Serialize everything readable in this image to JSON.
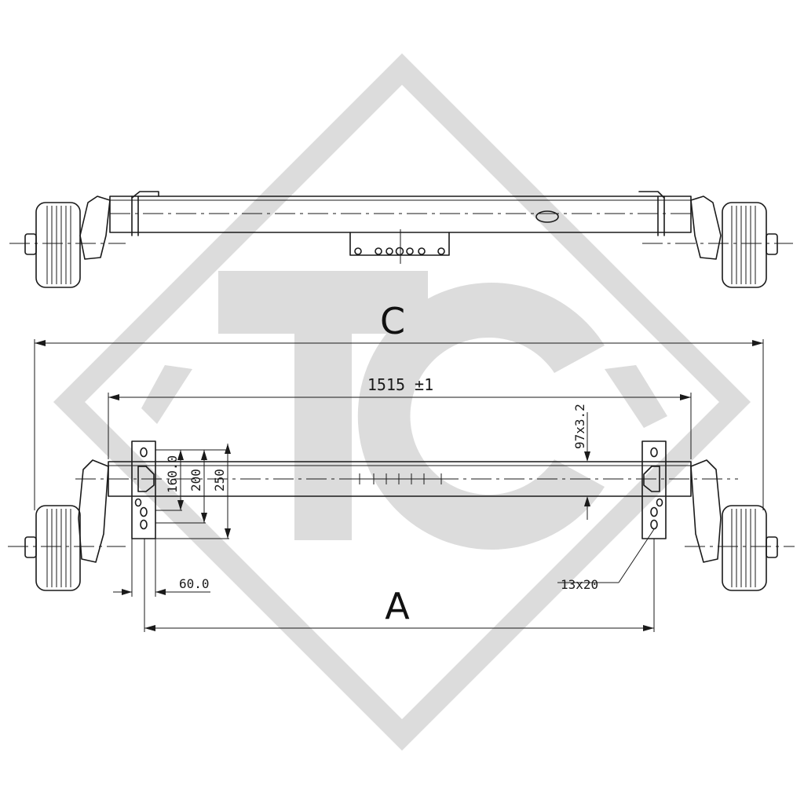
{
  "drawing": {
    "view_top_label": "C",
    "view_bottom_label": "A",
    "dimensions": {
      "overall_length": "1515 ±1",
      "tube_profile": "97x3.2",
      "hole_spacing_1": "160.0",
      "hole_spacing_2": "200",
      "hole_spacing_3": "250",
      "bracket_width": "60.0",
      "slot_size": "13x20"
    },
    "watermark": "TC"
  },
  "colors": {
    "line": "#1a1a1a",
    "watermark": "#dcdcdc",
    "background": "#ffffff"
  }
}
